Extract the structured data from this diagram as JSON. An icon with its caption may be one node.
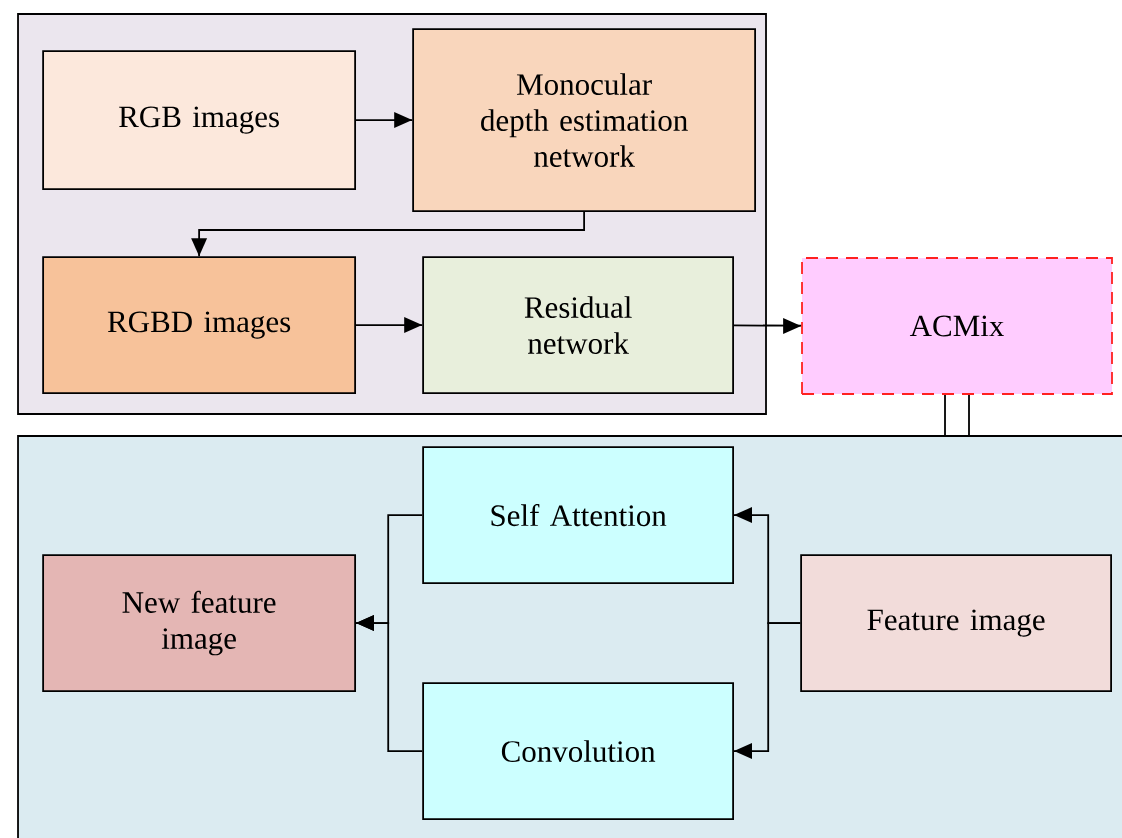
{
  "diagram": {
    "nodes": [
      {
        "text": [],
        "shape": "box"
      },
      {
        "text": [
          "RGB images"
        ],
        "in": 0
      },
      {
        "text": [
          "Monocular depth estimation network"
        ],
        "in": 0
      },
      {
        "text": [
          "RGBD images"
        ],
        "in": 0
      },
      {
        "text": [
          "Residual network"
        ],
        "in": 0
      },
      {
        "text": [
          "ACMix"
        ]
      },
      {
        "text": [],
        "shape": "box"
      },
      {
        "text": [
          "Self Attention"
        ],
        "in": 6
      },
      {
        "text": [
          "New feature image"
        ],
        "in": 6
      },
      {
        "text": [
          "Convolution"
        ],
        "in": 6
      },
      {
        "text": [
          "Feature image"
        ],
        "in": 6
      }
    ],
    "edges": [
      {
        "from": 1,
        "to": 2,
        "arrow": "to"
      },
      {
        "from": 2,
        "to": 3,
        "arrow": "to"
      },
      {
        "from": 3,
        "to": 4,
        "arrow": "to"
      },
      {
        "from": 4,
        "to": 5,
        "arrow": "to"
      },
      {
        "from": 5,
        "to": 6,
        "arrow": "none"
      },
      {
        "from": 10,
        "to": 7,
        "arrow": "to"
      },
      {
        "from": 10,
        "to": 9,
        "arrow": "to"
      },
      {
        "from": 7,
        "to": 8,
        "arrow": "to"
      },
      {
        "from": 9,
        "to": 8,
        "arrow": "to"
      }
    ]
  }
}
